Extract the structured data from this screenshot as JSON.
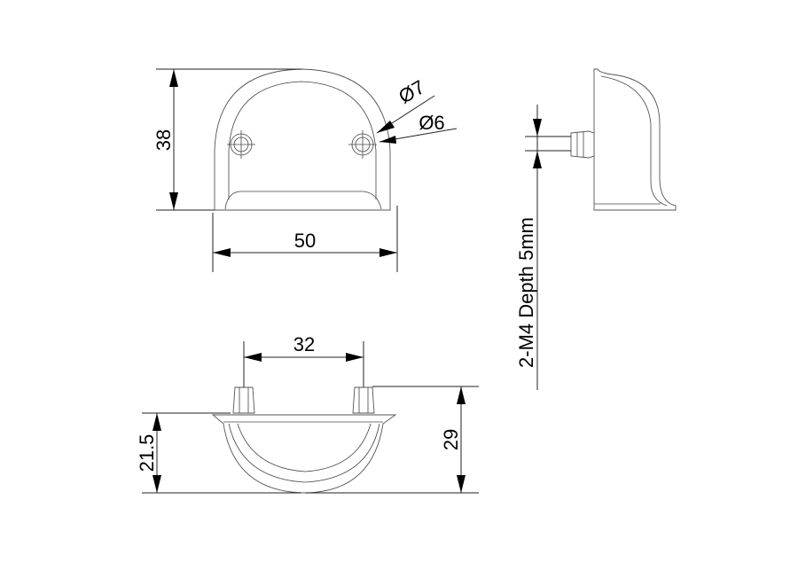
{
  "dimensions": {
    "height_top": "38",
    "width_top": "50",
    "outer_diameter": "Ø7",
    "inner_diameter": "Ø6",
    "hole_spacing": "32",
    "depth_small": "21.5",
    "depth_total": "29",
    "thread_note": "2-M4 Depth 5mm"
  },
  "colors": {
    "line": "#222222",
    "background": "#ffffff"
  }
}
